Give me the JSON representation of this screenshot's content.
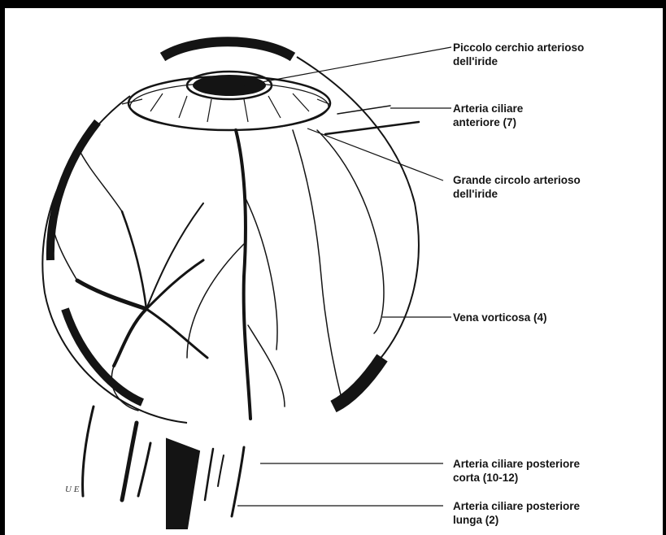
{
  "labels": {
    "piccolo": {
      "line1": "Piccolo cerchio arterioso",
      "line2": "dell'iride"
    },
    "ant_ciliare": {
      "line1": "Arteria ciliare",
      "line2": "anteriore (7)"
    },
    "grande": {
      "line1": "Grande circolo arterioso",
      "line2": "dell'iride"
    },
    "vena": {
      "line1": "Vena vorticosa (4)"
    },
    "post_corta": {
      "line1": "Arteria ciliare posteriore",
      "line2": "corta (10-12)"
    },
    "post_lunga": {
      "line1": "Arteria ciliare posteriore",
      "line2": "lunga (2)"
    }
  },
  "signature": "U E",
  "colors": {
    "ink": "#141414",
    "background": "#ffffff",
    "frame": "#000000"
  }
}
